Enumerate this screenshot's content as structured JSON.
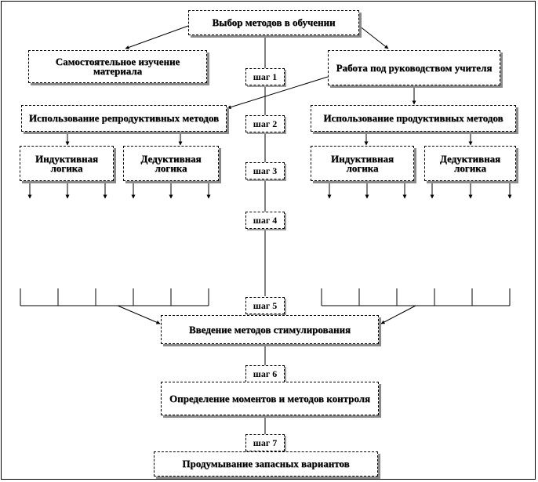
{
  "root": "Выбор методов в обучении",
  "left_branch": "Самостоятельное изучение материала",
  "right_branch": "Работа под руководством учителя",
  "reproductive": "Использование репродуктивных методов",
  "productive": "Использование продуктивных методов",
  "logic": {
    "inductive": "Индуктивная логика",
    "deductive": "Дедуктивная логика"
  },
  "steps": [
    "шаг 1",
    "шаг 2",
    "шаг 3",
    "шаг 4",
    "шаг 5",
    "шаг 6",
    "шаг 7"
  ],
  "stimulation": "Введение методов стимулирования",
  "control": "Определение моментов и методов контроля",
  "backup": "Продумывание запасных вариантов"
}
